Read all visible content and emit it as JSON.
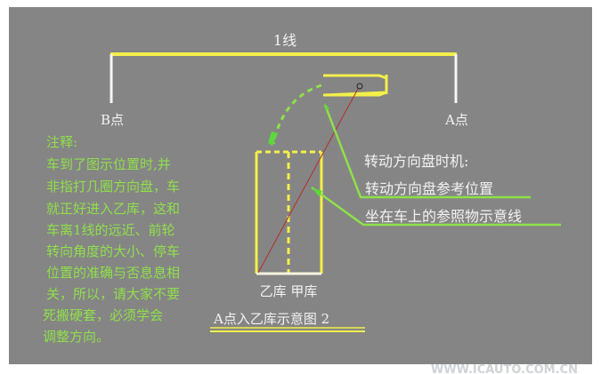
{
  "diagram": {
    "line1_label": "1线",
    "point_b": "B点",
    "point_a": "A点",
    "notes": [
      "注释:",
      "车到了图示位置时,并",
      "非指打几圈方向盘，车",
      "就正好进入乙库，这和",
      "车离1线的远近、前轮",
      "转向角度的大小、停车",
      "位置的准确与否息息相",
      "关，所以，请大家不要",
      "死搬硬套，必须学会",
      "调整方向。"
    ],
    "timing_label": "转动方向盘时机:",
    "ref_position_label": "转动方向盘参考位置",
    "ref_line_label": "坐在车上的参照物示意线",
    "garage_labels": "乙库 甲库",
    "caption": "A点入乙库示意图 2",
    "watermark": "WWW.ICAUTO.COM.CN",
    "colors": {
      "background": "#858585",
      "yellow": "#f3f04a",
      "green": "#8fe04a",
      "red": "#b0302a"
    }
  }
}
